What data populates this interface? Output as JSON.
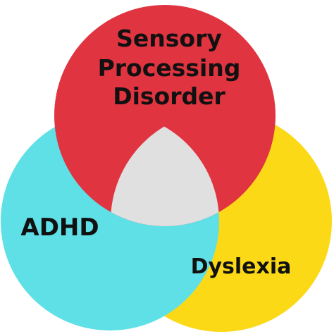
{
  "diagram": {
    "type": "venn",
    "sets": [
      {
        "id": "spd",
        "lines": [
          "Sensory",
          "Processing",
          "Disorder"
        ],
        "color": "#e03440"
      },
      {
        "id": "adhd",
        "lines": [
          "ADHD"
        ],
        "color": "#5ee0e6"
      },
      {
        "id": "dyslexia",
        "lines": [
          "Dyslexia"
        ],
        "color": "#fcd917"
      }
    ],
    "intersection_color": "#e0e0e0",
    "background_color": "#ffffff"
  }
}
